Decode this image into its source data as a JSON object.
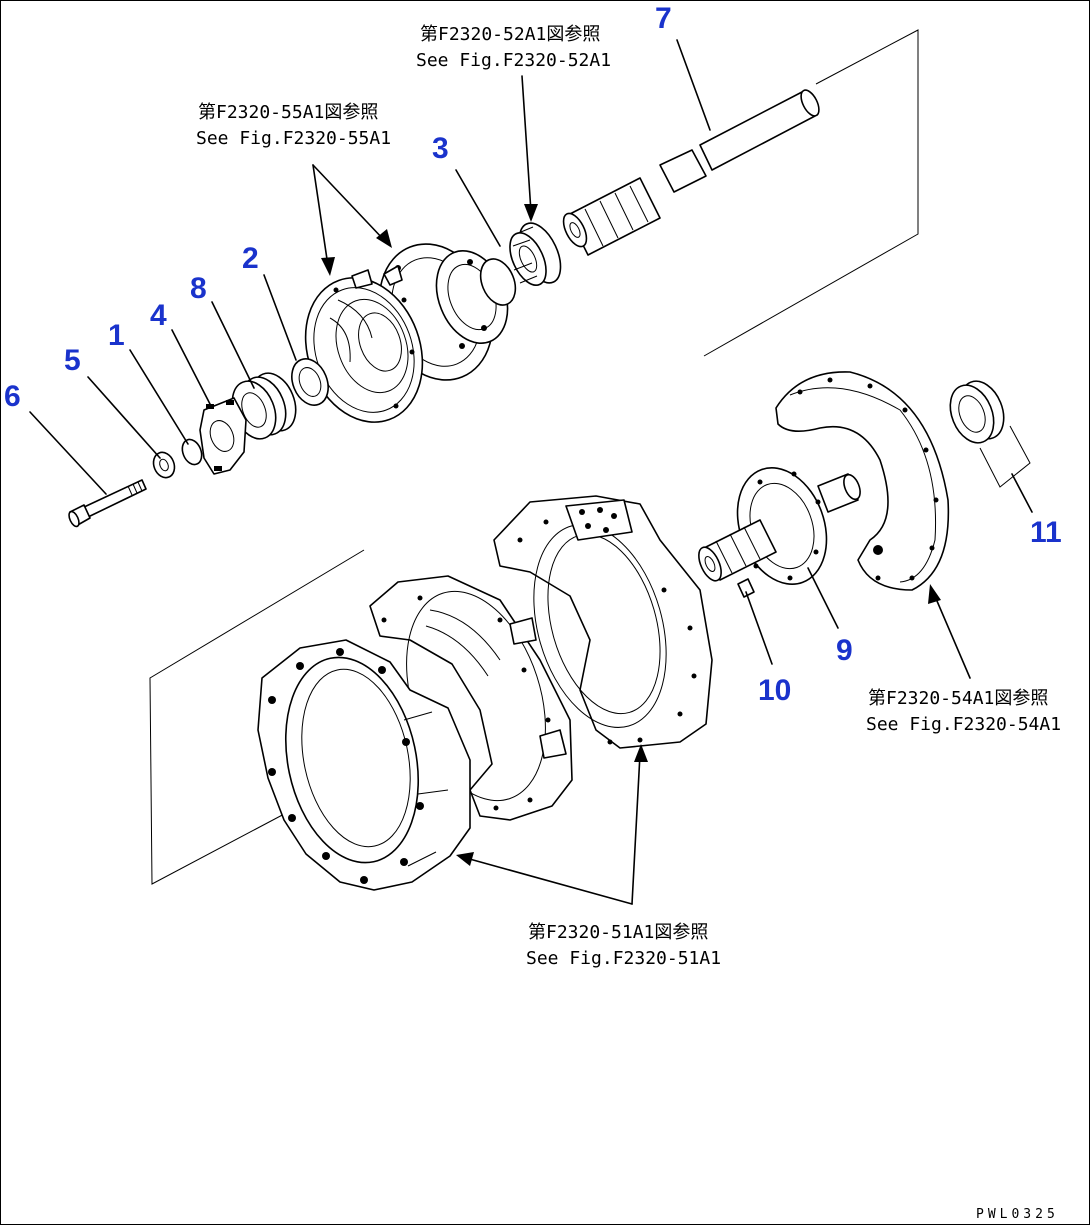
{
  "accent_color": "#1a33cc",
  "line_color": "#000000",
  "callouts": [
    "6",
    "5",
    "1",
    "4",
    "8",
    "2",
    "3",
    "7",
    "11",
    "9",
    "10"
  ],
  "references": {
    "top_center": {
      "jp": "第F2320-52A1図参照",
      "en": "See Fig.F2320-52A1"
    },
    "top_left": {
      "jp": "第F2320-55A1図参照",
      "en": "See Fig.F2320-55A1"
    },
    "right": {
      "jp": "第F2320-54A1図参照",
      "en": "See Fig.F2320-54A1"
    },
    "bottom": {
      "jp": "第F2320-51A1図参照",
      "en": "See Fig.F2320-51A1"
    }
  },
  "drawing_code": "PWL0325"
}
